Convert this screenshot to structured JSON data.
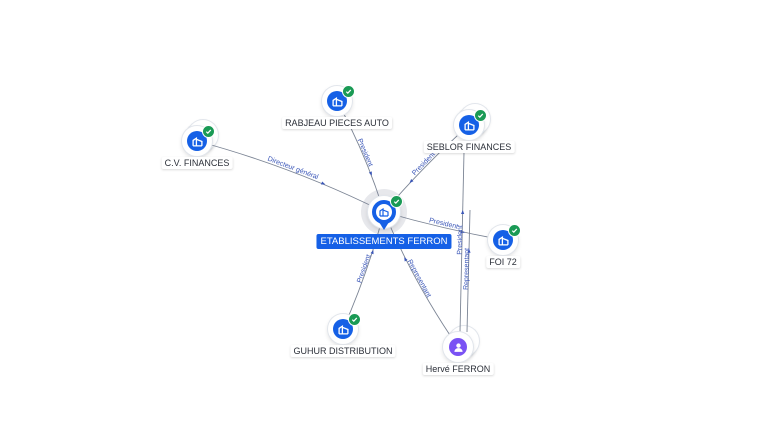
{
  "center": {
    "name": "ETABLISSEMENTS FERRON",
    "icon": "building-icon",
    "verified": true
  },
  "nodes": [
    {
      "id": "cv",
      "name": "C.V. FINANCES",
      "kind": "company",
      "icon": "building-icon",
      "verified": true
    },
    {
      "id": "rabjeau",
      "name": "RABJEAU PIECES AUTO",
      "kind": "company",
      "icon": "building-icon",
      "verified": true
    },
    {
      "id": "seblor",
      "name": "SEBLOR FINANCES",
      "kind": "company",
      "icon": "building-icon",
      "verified": true
    },
    {
      "id": "foi",
      "name": "FOI 72",
      "kind": "company",
      "icon": "building-icon",
      "verified": true
    },
    {
      "id": "guhur",
      "name": "GUHUR DISTRIBUTION",
      "kind": "company",
      "icon": "building-icon",
      "verified": true
    },
    {
      "id": "herve",
      "name": "Hervé FERRON",
      "kind": "person",
      "icon": "person-icon",
      "verified": false
    }
  ],
  "edges": [
    {
      "from": "cv",
      "to": "center",
      "label": "Directeur général"
    },
    {
      "from": "rabjeau",
      "to": "center",
      "label": "President"
    },
    {
      "from": "seblor",
      "to": "center",
      "label": "President"
    },
    {
      "from": "center",
      "to": "foi",
      "label": "President"
    },
    {
      "from": "guhur",
      "to": "center",
      "label": "President"
    },
    {
      "from": "herve",
      "to": "center",
      "label": "Representant"
    },
    {
      "from": "herve",
      "to": "seblor",
      "label": "President"
    },
    {
      "from": "herve",
      "to": "foi",
      "label": "Representant"
    }
  ],
  "colors": {
    "company": "#1560e6",
    "person": "#7a52f4",
    "verified": "#1a9a55",
    "edge": "#7b8494",
    "edge_label": "#3a56b8"
  }
}
